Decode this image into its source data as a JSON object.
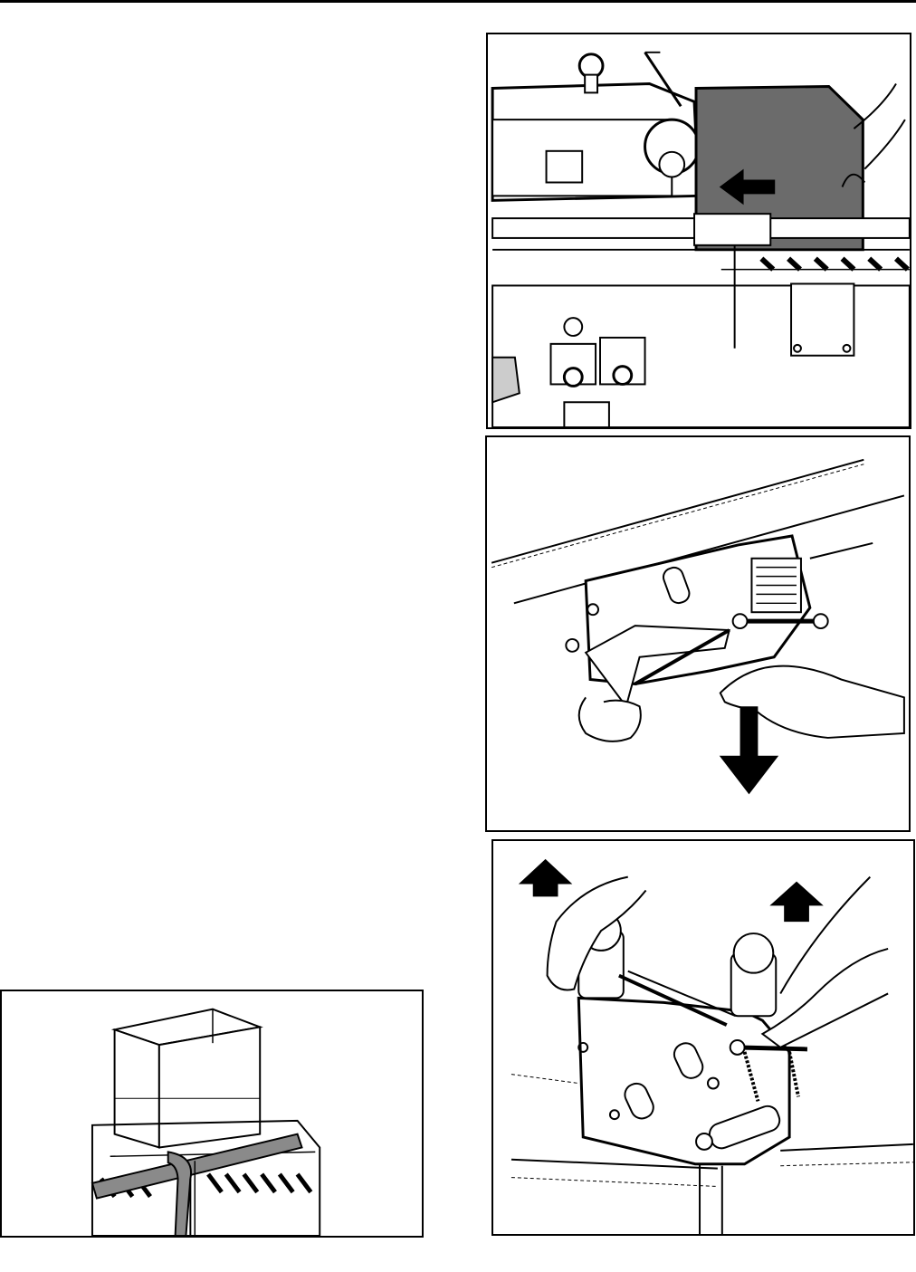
{
  "page": {
    "background": "#ffffff",
    "ink": "#000000",
    "shade": "#555555"
  },
  "figures": [
    {
      "id": "fig1",
      "depicts": "box-on-conveyor-against-belt-drive",
      "arrow": "left"
    },
    {
      "id": "fig2",
      "depicts": "taping-head-being-removed",
      "arrow": "down"
    },
    {
      "id": "fig3",
      "depicts": "taping-head-lifted-out",
      "arrow": "up"
    },
    {
      "id": "fig4",
      "depicts": "open-box-on-roller-bed"
    }
  ]
}
